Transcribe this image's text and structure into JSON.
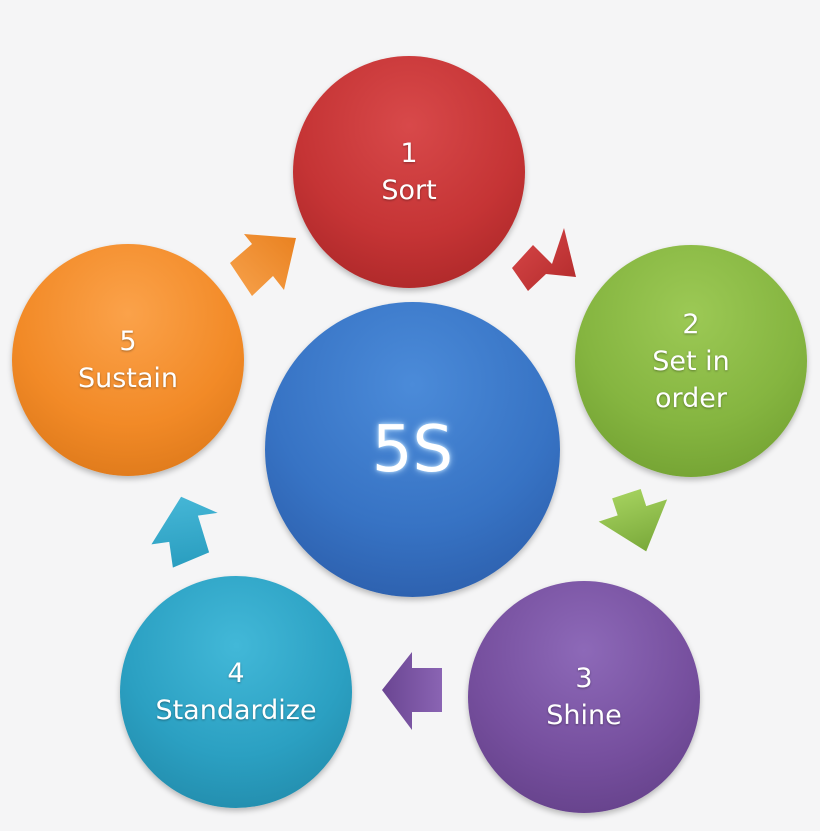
{
  "center": {
    "label": "5S",
    "color": "#3773c4"
  },
  "steps": [
    {
      "number": "1",
      "line1": "Sort",
      "line2": "",
      "color": "#c53435"
    },
    {
      "number": "2",
      "line1": "Set in",
      "line2": "order",
      "color": "#85b540"
    },
    {
      "number": "3",
      "line1": "Shine",
      "line2": "",
      "color": "#764f9e"
    },
    {
      "number": "4",
      "line1": "Standardize",
      "line2": "",
      "color": "#2ba0c2"
    },
    {
      "number": "5",
      "line1": "Sustain",
      "line2": "",
      "color": "#f28a27"
    }
  ],
  "arrows": [
    {
      "from": "1",
      "to": "2",
      "color": "#c53435"
    },
    {
      "from": "2",
      "to": "3",
      "color": "#85b540"
    },
    {
      "from": "3",
      "to": "4",
      "color": "#764f9e"
    },
    {
      "from": "4",
      "to": "5",
      "color": "#2ba0c2"
    },
    {
      "from": "5",
      "to": "1",
      "color": "#f28a27"
    }
  ]
}
